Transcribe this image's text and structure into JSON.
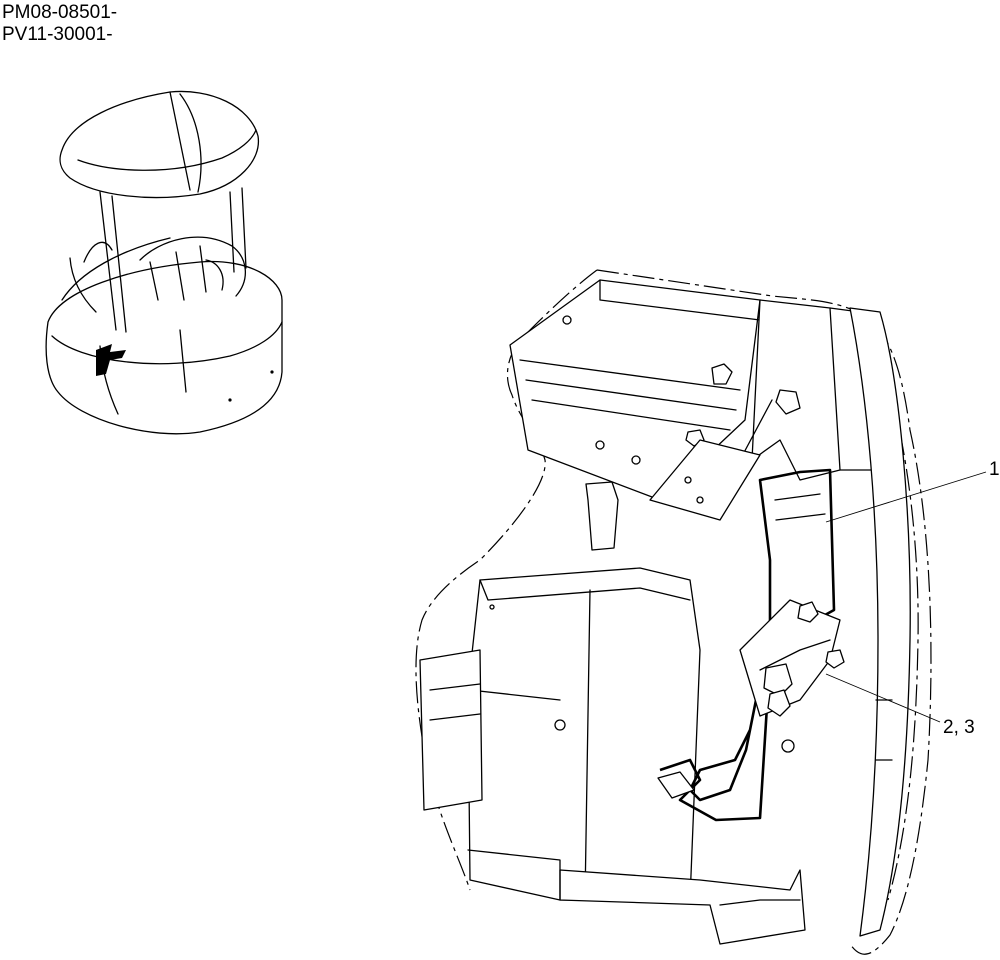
{
  "serial_numbers": [
    "PM08-08501-",
    "PV11-30001-"
  ],
  "callouts": [
    {
      "id": "1",
      "label": "1"
    },
    {
      "id": "2-3",
      "label": "2, 3"
    }
  ]
}
